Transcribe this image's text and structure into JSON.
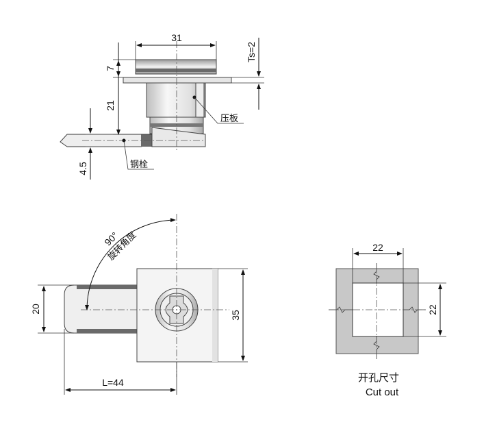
{
  "side_view": {
    "dim_width": "31",
    "dim_head_height": "7",
    "dim_body_height": "21",
    "dim_bolt_thickness": "4.5",
    "dim_panel_thickness": "Ts=2",
    "label_clamp_plate": "压板",
    "label_steel_bolt": "钢栓"
  },
  "front_view": {
    "dim_rotation": "90°",
    "label_rotation": "旋转角度",
    "dim_bolt_height": "20",
    "dim_body_height": "35",
    "dim_length": "L=44"
  },
  "cutout": {
    "dim_width": "22",
    "dim_height": "22",
    "title_cn": "开孔尺寸",
    "title_en": "Cut out"
  },
  "colors": {
    "metal_light": "#f2f2f2",
    "metal_mid": "#d9d9d9",
    "metal_dark": "#6a6a6a",
    "panel_gray": "#c8c8c8",
    "line": "#111111"
  }
}
